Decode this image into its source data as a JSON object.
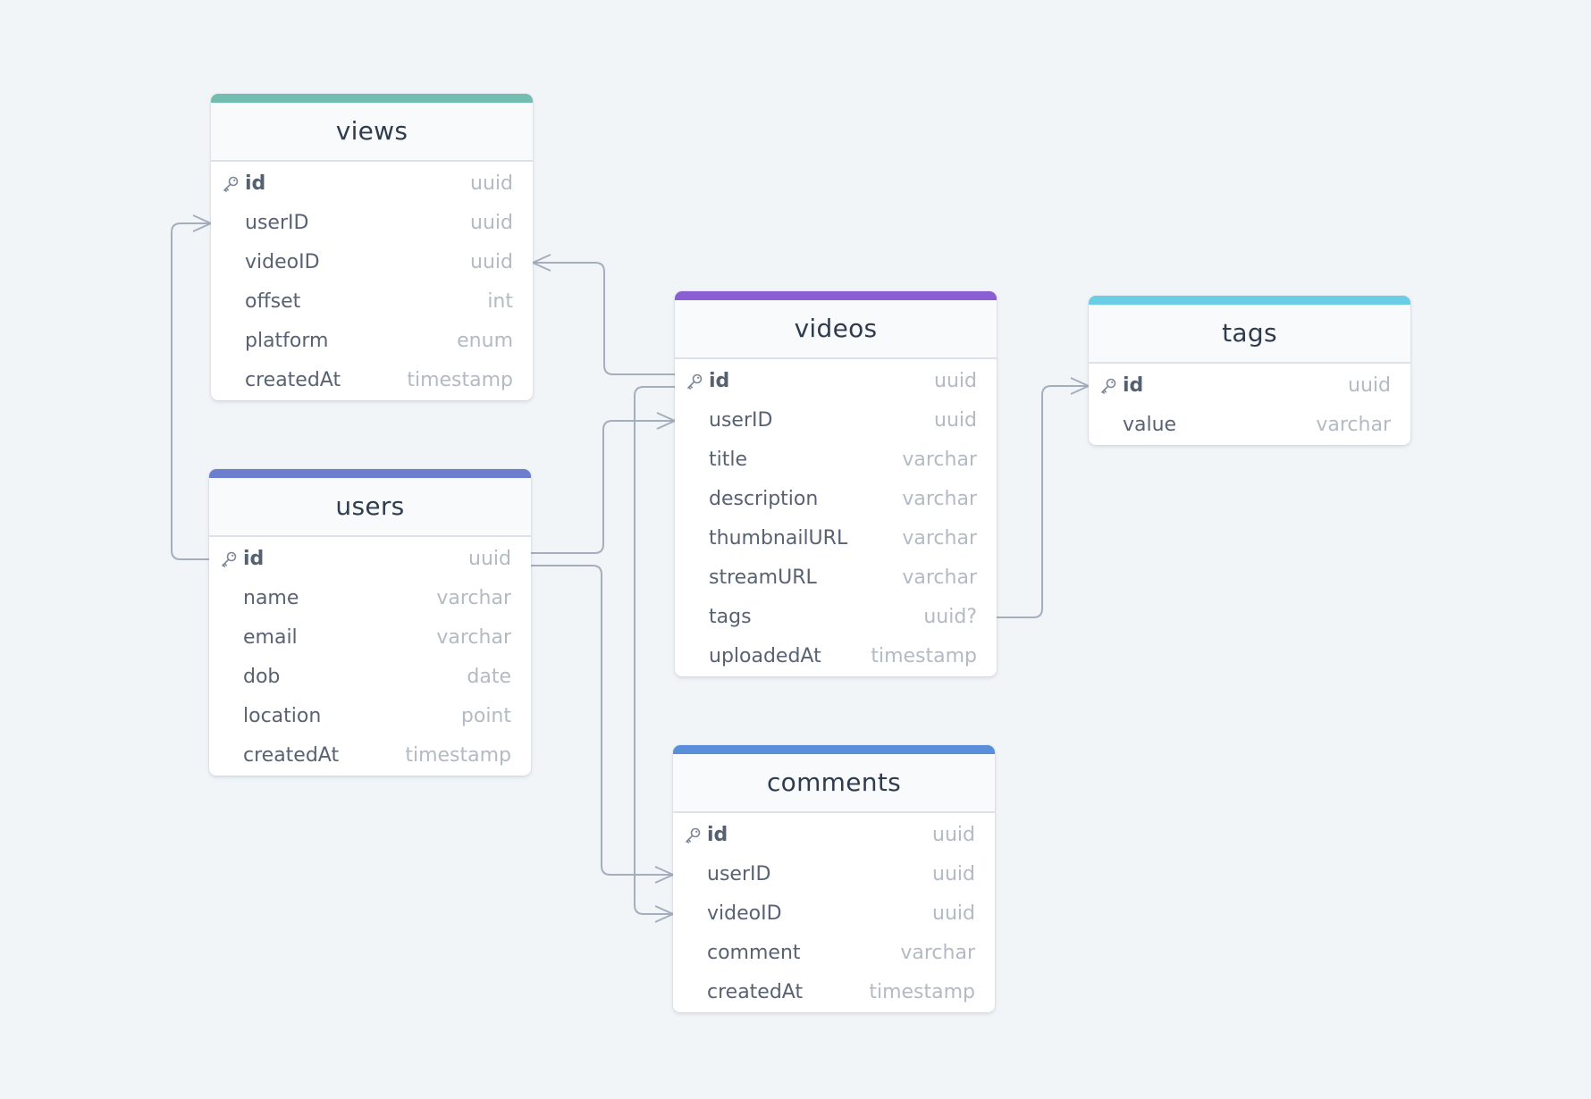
{
  "tables": [
    {
      "id": "views",
      "name": "views",
      "color": "#72bcb1",
      "columns": [
        {
          "name": "id",
          "type": "uuid",
          "pk": true
        },
        {
          "name": "userID",
          "type": "uuid"
        },
        {
          "name": "videoID",
          "type": "uuid"
        },
        {
          "name": "offset",
          "type": "int"
        },
        {
          "name": "platform",
          "type": "enum"
        },
        {
          "name": "createdAt",
          "type": "timestamp"
        }
      ]
    },
    {
      "id": "users",
      "name": "users",
      "color": "#6c7fcf",
      "columns": [
        {
          "name": "id",
          "type": "uuid",
          "pk": true
        },
        {
          "name": "name",
          "type": "varchar"
        },
        {
          "name": "email",
          "type": "varchar"
        },
        {
          "name": "dob",
          "type": "date"
        },
        {
          "name": "location",
          "type": "point"
        },
        {
          "name": "createdAt",
          "type": "timestamp"
        }
      ]
    },
    {
      "id": "videos",
      "name": "videos",
      "color": "#8a5fd3",
      "columns": [
        {
          "name": "id",
          "type": "uuid",
          "pk": true
        },
        {
          "name": "userID",
          "type": "uuid"
        },
        {
          "name": "title",
          "type": "varchar"
        },
        {
          "name": "description",
          "type": "varchar"
        },
        {
          "name": "thumbnailURL",
          "type": "varchar"
        },
        {
          "name": "streamURL",
          "type": "varchar"
        },
        {
          "name": "tags",
          "type": "uuid?"
        },
        {
          "name": "uploadedAt",
          "type": "timestamp"
        }
      ]
    },
    {
      "id": "tags",
      "name": "tags",
      "color": "#6acde6",
      "columns": [
        {
          "name": "id",
          "type": "uuid",
          "pk": true
        },
        {
          "name": "value",
          "type": "varchar"
        }
      ]
    },
    {
      "id": "comments",
      "name": "comments",
      "color": "#5a8ed8",
      "columns": [
        {
          "name": "id",
          "type": "uuid",
          "pk": true
        },
        {
          "name": "userID",
          "type": "uuid"
        },
        {
          "name": "videoID",
          "type": "uuid"
        },
        {
          "name": "comment",
          "type": "varchar"
        },
        {
          "name": "createdAt",
          "type": "timestamp"
        }
      ]
    }
  ],
  "relationships": [
    {
      "from": "views.userID",
      "to": "users.id"
    },
    {
      "from": "views.videoID",
      "to": "videos.id"
    },
    {
      "from": "videos.userID",
      "to": "users.id"
    },
    {
      "from": "comments.userID",
      "to": "users.id"
    },
    {
      "from": "comments.videoID",
      "to": "videos.id"
    },
    {
      "from": "tags.id",
      "to": "videos.tags"
    }
  ]
}
